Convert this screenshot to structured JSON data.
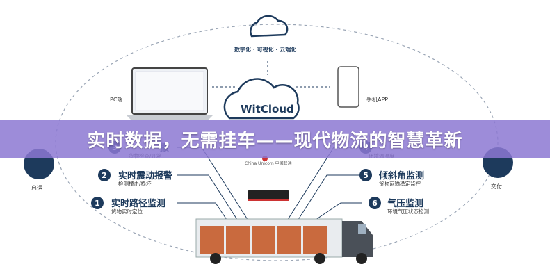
{
  "top_caption": "数字化 · 可视化 · 云端化",
  "cloud_label": "WitCloud",
  "pc_label": "PC端",
  "app_label": "手机APP",
  "operator_label": "China Unicom 中国联通",
  "left_station": "启运",
  "right_station": "交付",
  "banner_title": "实时数据，无需挂车——现代物流的智慧革新",
  "features_left": [
    {
      "num": "1",
      "title": "实时路径监测",
      "desc": "货物实时定位"
    },
    {
      "num": "2",
      "title": "实时震动报警",
      "desc": "检测撞击/损坏"
    },
    {
      "num": "3",
      "title": "报",
      "desc": "货物检查/开箱"
    }
  ],
  "features_right": [
    {
      "num": "4",
      "title": "",
      "desc": "环境温湿度"
    },
    {
      "num": "5",
      "title": "倾斜角监测",
      "desc": "货物运输稳定监控"
    },
    {
      "num": "6",
      "title": "气压监测",
      "desc": "环境气压状态检测"
    }
  ],
  "colors": {
    "navy": "#1d3a5c",
    "banner": "#8c78d2",
    "box": "#c96a3e",
    "cloud_stroke": "#1d3a5c"
  }
}
